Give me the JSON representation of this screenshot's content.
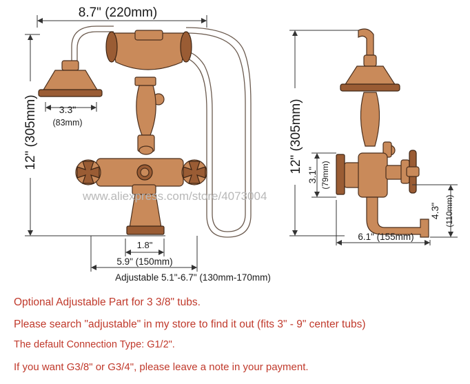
{
  "dimensions": {
    "width_top": "8.7\" (220mm)",
    "height_left": "12\" (305mm)",
    "head_diameter_in": "3.3\"",
    "head_diameter_mm": "(83mm)",
    "center_small": "1.8\"",
    "spread": "5.9\" (150mm)",
    "adjustable": "Adjustable 5.1\"-6.7\" (130mm-170mm)",
    "height_right": "12\" (305mm)",
    "mount_height_in": "3.1\"",
    "mount_height_mm": "(79mm)",
    "spout_drop_in": "4.3\"",
    "spout_drop_mm": "(110mm)",
    "spout_reach": "6.1\" (155mm)"
  },
  "watermark": "www.aliexpress.com/store/4073004",
  "notes": [
    "Optional Adjustable Part for 3 3/8\" tubs.",
    "Please search \"adjustable\" in my store to find it out (fits 3\" - 9\" center tubs)",
    "The default Connection Type: G1/2\".",
    "If you want G3/8\" or G3/4\", please leave a note in your payment."
  ],
  "colors": {
    "note_text": "#c0392b",
    "metal": "#c98a5a"
  }
}
